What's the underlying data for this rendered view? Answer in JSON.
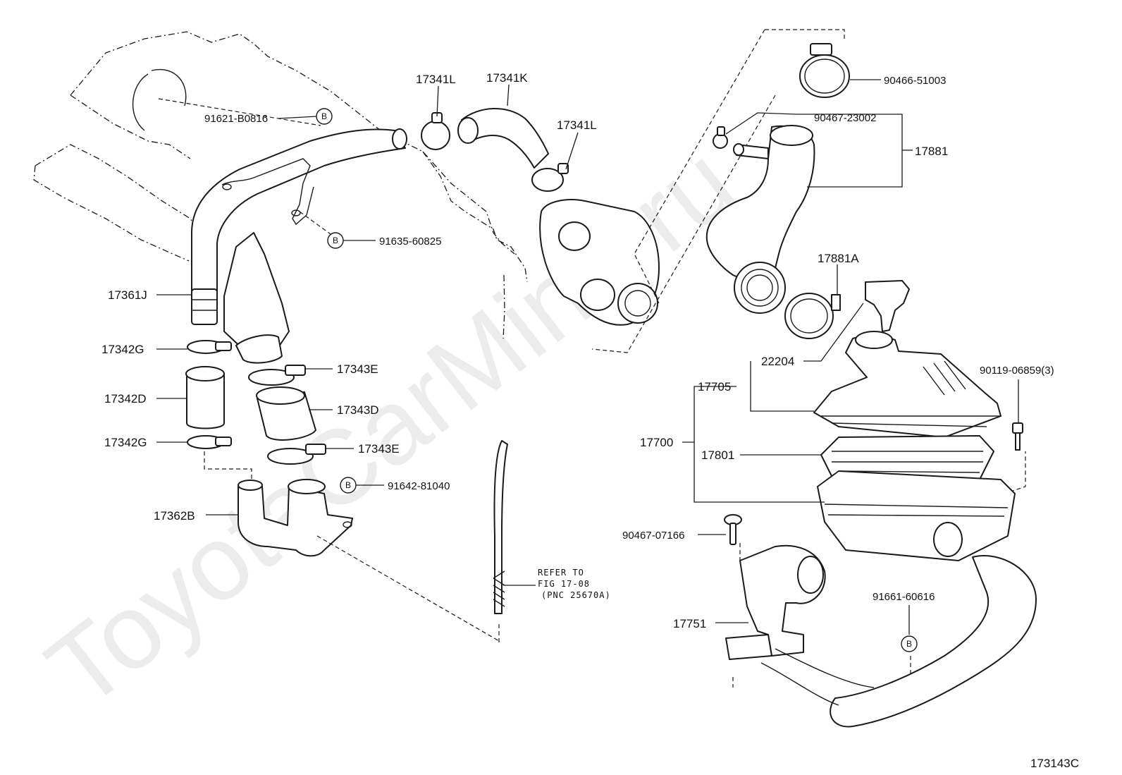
{
  "diagram_id": "173143C",
  "watermark": "ToyotaCarMine.ru",
  "labels": {
    "p91621": "91621-B0816",
    "p91635": "91635-60825",
    "p17361J": "17361J",
    "p17342G_top": "17342G",
    "p17342D": "17342D",
    "p17342G_bot": "17342G",
    "p17362B": "17362B",
    "p17341L_left": "17341L",
    "p17341K": "17341K",
    "p17341L_right": "17341L",
    "p17343E_top": "17343E",
    "p17343D": "17343D",
    "p17343E_bot": "17343E",
    "p91642": "91642-81040",
    "p90466": "90466-51003",
    "p90467_23002": "90467-23002",
    "p17881": "17881",
    "p17881A": "17881A",
    "p22204": "22204",
    "p17705": "17705",
    "p90119": "90119-06859(3)",
    "p17700": "17700",
    "p17801": "17801",
    "p90467_07166": "90467-07166",
    "p91661": "91661-60616",
    "p17751": "17751"
  },
  "b_marker": "B",
  "refer_note": {
    "line1": "REFER TO",
    "line2": "FIG 17-08",
    "line3": "(PNC 25670A)"
  }
}
